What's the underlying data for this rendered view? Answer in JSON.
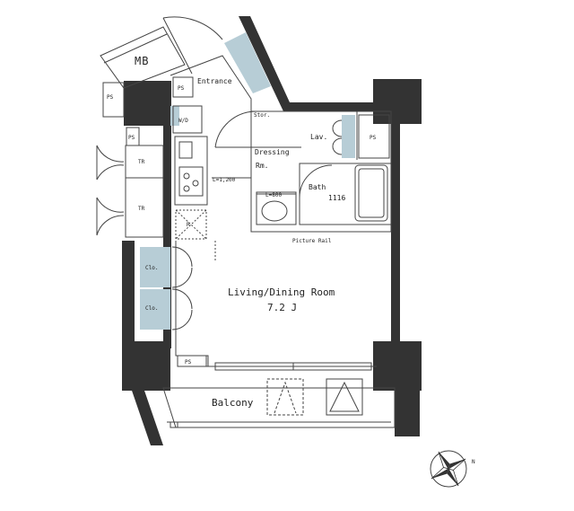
{
  "floorplan": {
    "rooms": {
      "mb": "MB",
      "entrance": "Entrance",
      "wd": "W/D",
      "storage": "Stor.",
      "lav": "Lav.",
      "dressing": "Dressing",
      "rm": "Rm.",
      "bath": "Bath",
      "bath_size": "1116",
      "living": "Living/Dining Room",
      "living_size": "7.2 J",
      "balcony": "Balcony",
      "picture_rail": "Picture Rail",
      "refrigerator": "R"
    },
    "closets": [
      "Clo.",
      "Clo."
    ],
    "trunk_rooms": [
      "TR",
      "TR"
    ],
    "pipe_spaces": [
      "PS",
      "PS",
      "PS",
      "PS",
      "PS"
    ],
    "dimensions": [
      "L=1,200",
      "L=800"
    ],
    "colors": {
      "wall": "#333333",
      "accent": "#b7cdd6",
      "line": "#444444"
    },
    "compass_label": "N"
  }
}
